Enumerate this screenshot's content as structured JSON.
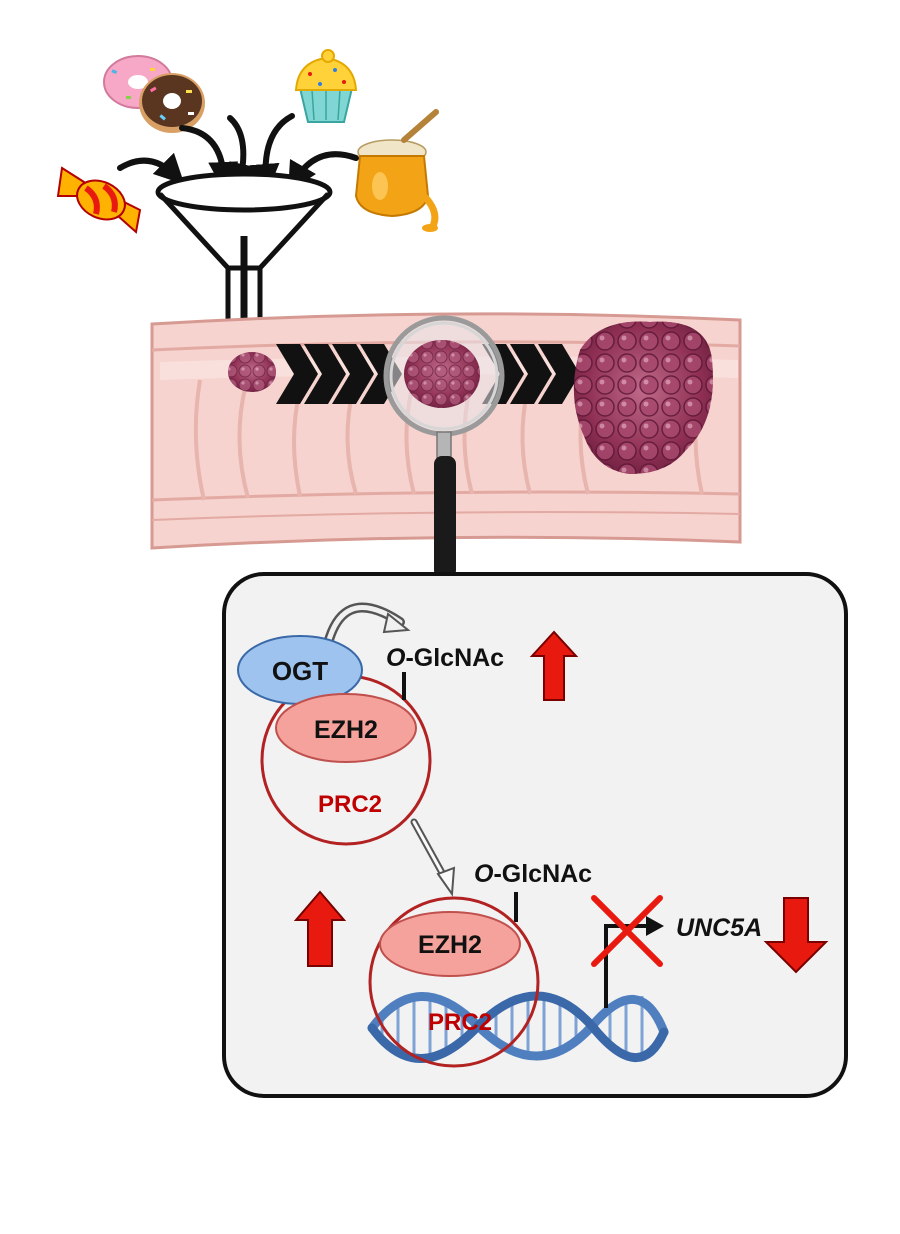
{
  "labels": {
    "ogt": "OGT",
    "ezh2_top": "EZH2",
    "prc2_top": "PRC2",
    "oglcnac_top_prefix": "O",
    "oglcnac_top_rest": "-GlcNAc",
    "oglcnac_bottom_prefix": "O",
    "oglcnac_bottom_rest": "-GlcNAc",
    "ezh2_bottom": "EZH2",
    "prc2_bottom": "PRC2",
    "gene": "UNC5A"
  },
  "icons": [
    "donut-icon",
    "chocolate-donut-icon",
    "cupcake-icon",
    "candy-icon",
    "honey-jar-icon",
    "funnel-icon",
    "magnifier-icon",
    "dna-helix-icon"
  ],
  "colors": {
    "up_arrow": "#e8190f",
    "down_arrow": "#e8190f",
    "prc2_ring": "#b22222",
    "prc2_text": "#c00000",
    "ezh2_fill": "#f4a29b",
    "ogt_fill": "#9dc3ee",
    "panel_bg": "#f2f2f2",
    "dna": "#4f7fbf",
    "colon": "#f3c9c4",
    "polyp": "#9b3a5e"
  }
}
